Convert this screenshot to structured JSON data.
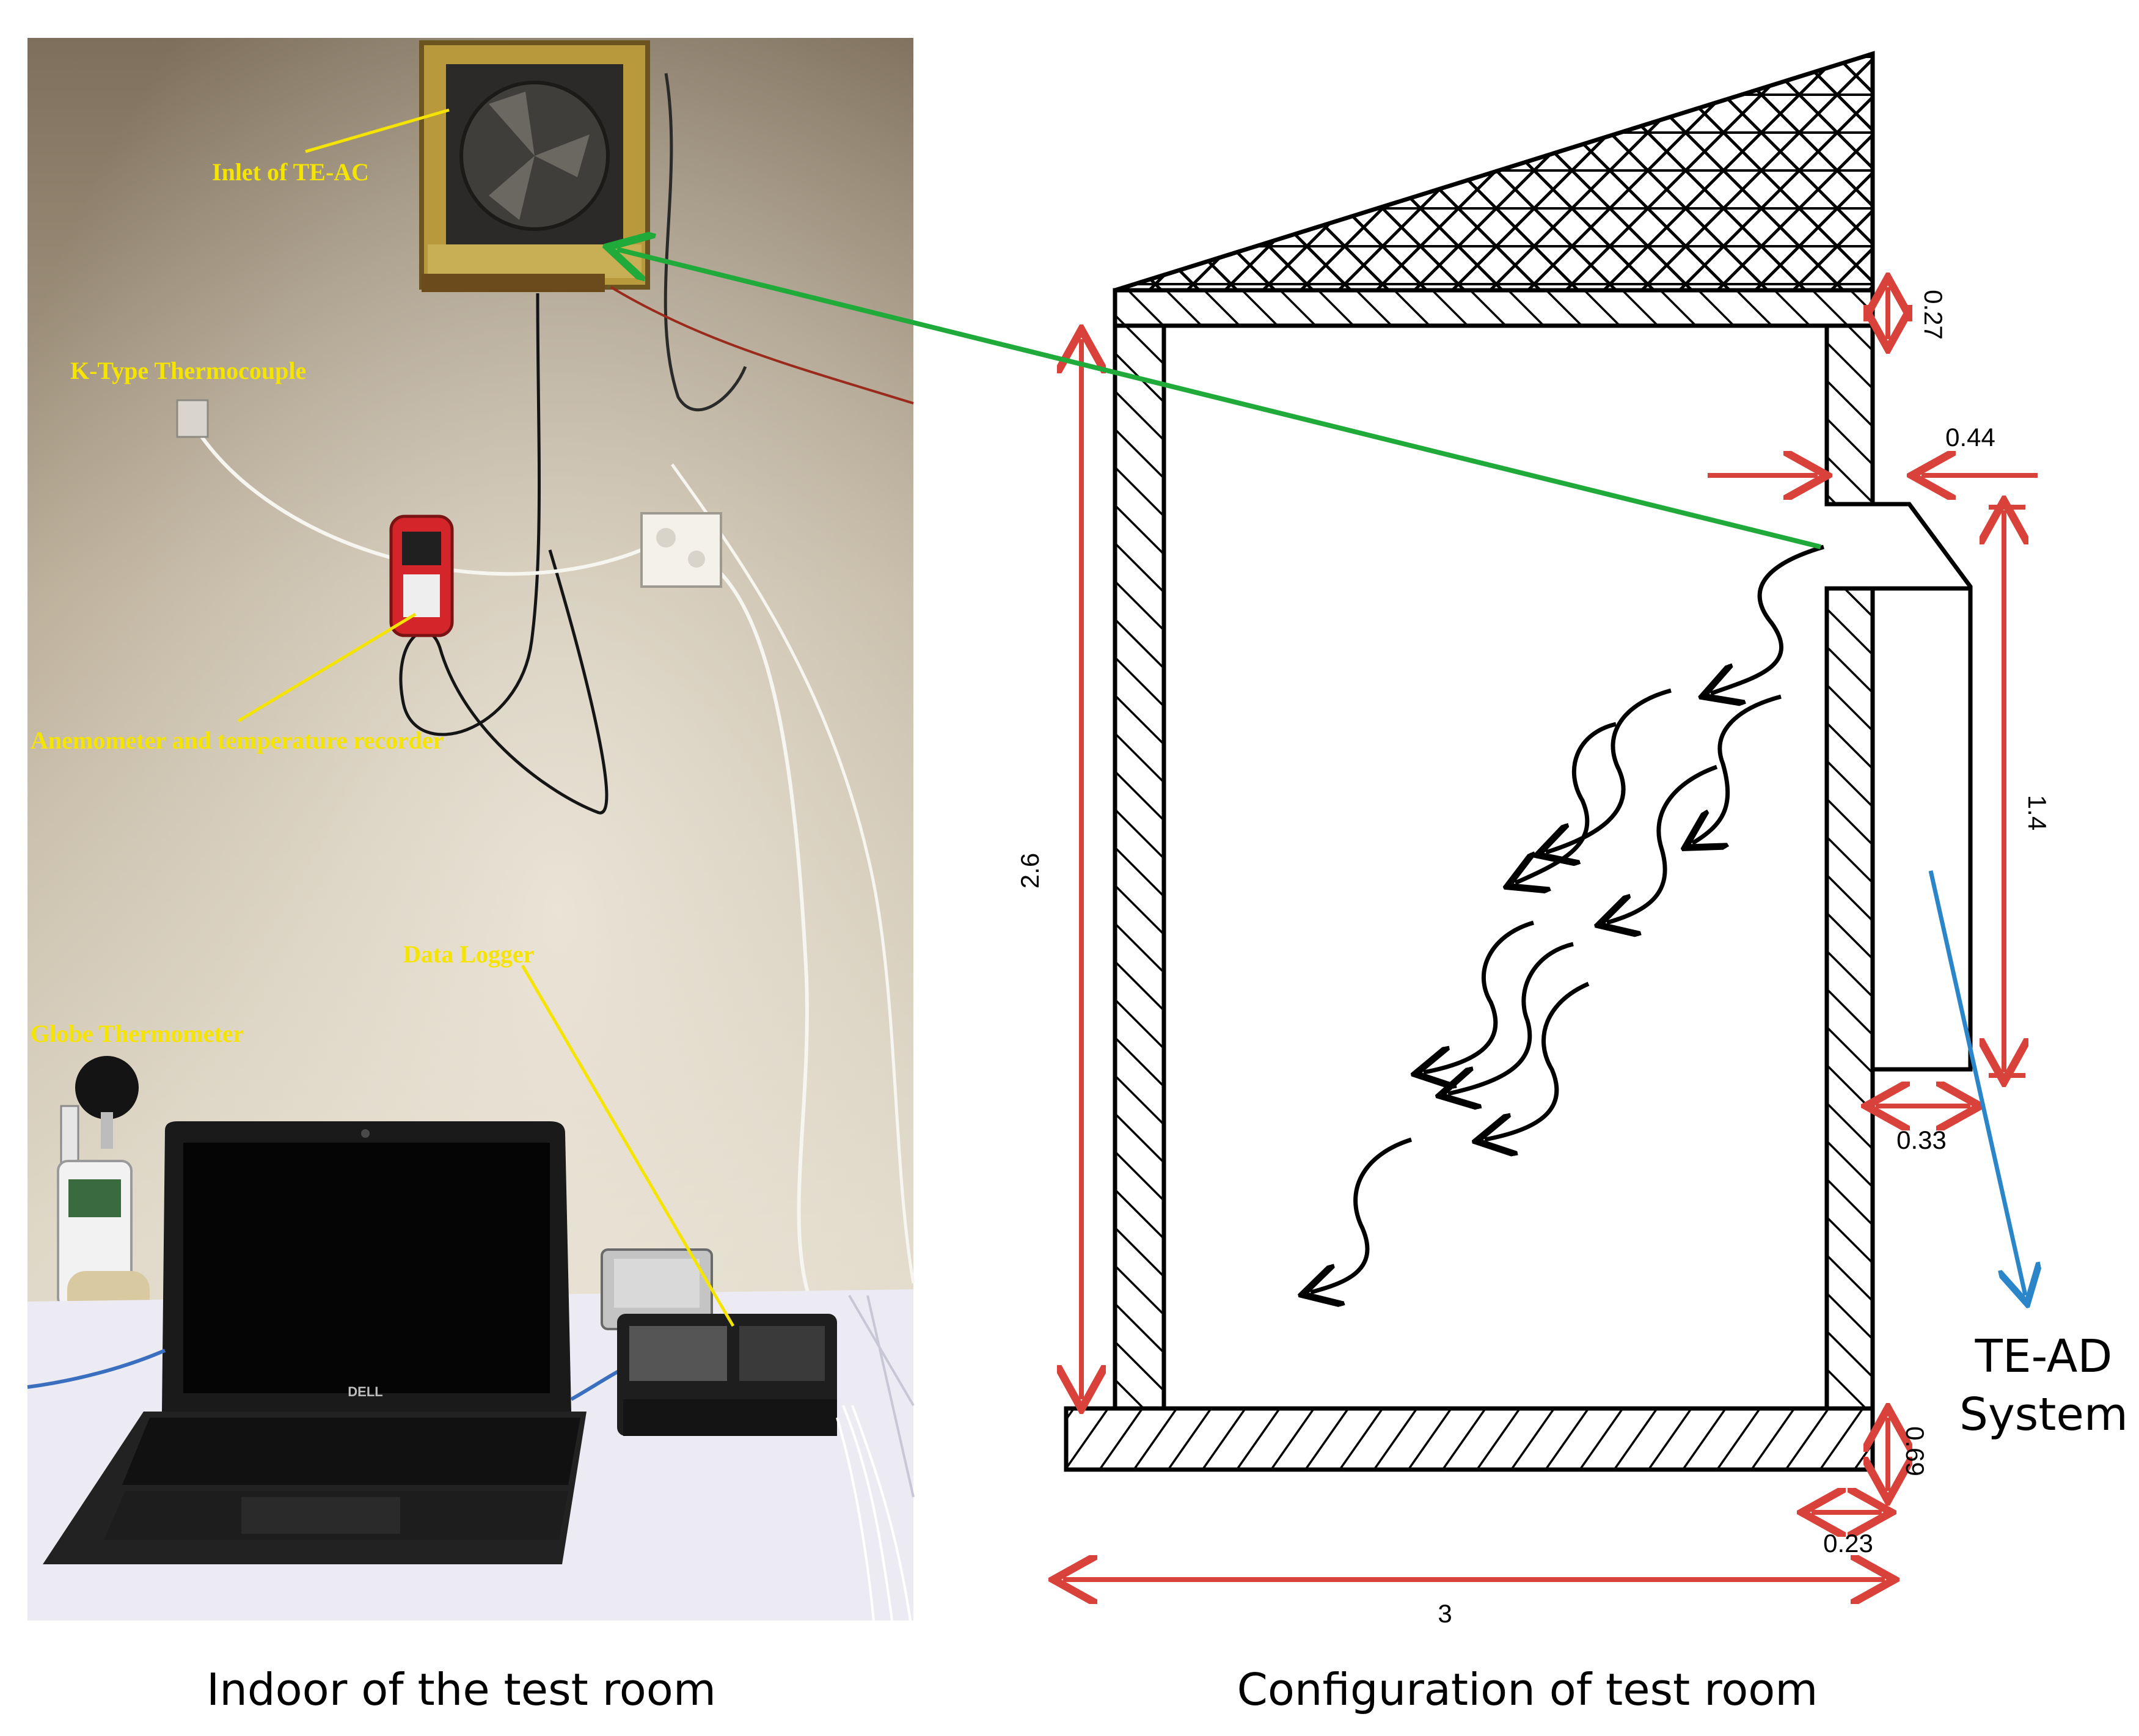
{
  "photo": {
    "labels": {
      "inlet": "Inlet of TE-AC",
      "thermocouple": "K-Type Thermocouple",
      "anemometer": "Anemometer and temperature recorder",
      "data_logger": "Data Logger",
      "globe": "Globe Thermometer"
    },
    "laptop_brand": "DELL",
    "caption": "Indoor of the test room"
  },
  "diagram": {
    "dimensions": {
      "roof_thickness": "0.27",
      "duct_depth": "0.44",
      "unit_height": "1.4",
      "unit_depth": "0.33",
      "room_height": "2.6",
      "floor_thickness": "0.69",
      "floor_overhang": "0.23",
      "room_width": "3"
    },
    "system_label_line1": "TE-AD",
    "system_label_line2": "System",
    "caption": "Configuration of test room"
  },
  "colors": {
    "label_yellow": "#f4e400",
    "dimension_red": "#d9423b",
    "connector_green": "#1faa3a",
    "pointer_blue": "#2a86c8"
  }
}
